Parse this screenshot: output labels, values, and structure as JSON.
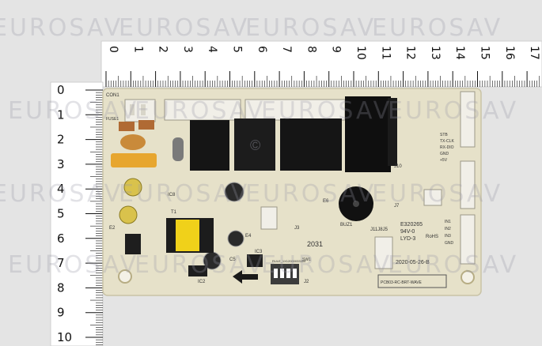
{
  "watermark": {
    "text": "EUROSAV",
    "rows": [
      [
        "EUROSAV",
        "EUROSAV",
        "EUROSAV",
        "EUROSAV"
      ],
      [
        "EUROSAV",
        "EUROSAV",
        "EUROSAV",
        "EUROSAV"
      ],
      [
        "EUROSAV",
        "EUROSAV",
        "EUROSAV",
        "EUROSAV"
      ],
      [
        "EUROSAV",
        "EUROSAV",
        "EUROSAV",
        "EUROSAV"
      ]
    ],
    "copyright": "©"
  },
  "ruler_top": {
    "labels": [
      "0",
      "1",
      "2",
      "3",
      "4",
      "5",
      "6",
      "7",
      "8",
      "9",
      "10",
      "11",
      "12",
      "13",
      "14",
      "15",
      "16",
      "17"
    ]
  },
  "ruler_left": {
    "labels": [
      "0",
      "1",
      "2",
      "3",
      "4",
      "5",
      "6",
      "7",
      "8",
      "9",
      "10"
    ]
  },
  "board": {
    "labels": {
      "con1": "CON1",
      "fuse1": "FUSE1",
      "ic8": "IC8",
      "t1": "T1",
      "e2": "E2",
      "e6": "E6",
      "buz1": "BUZ1",
      "j10": "J10",
      "j7": "J7",
      "j3": "J3",
      "j2": "J2",
      "ic3": "IC3",
      "ic2": "IC2",
      "c5": "C5",
      "e4": "E4",
      "dip": "SW1",
      "cert_code": "E320265",
      "cert_grade": "94V-0",
      "cert_maker": "LYD-3",
      "rohs": "RoHS",
      "date": "2020-05-26-B",
      "j11": "J11J8J5",
      "part_no": "PCB03-RC-BRT-WAVE",
      "serial": "2031",
      "pin_labels": [
        "STB",
        "TX-CLK",
        "RX-DIO",
        "GND",
        "+5V"
      ],
      "io_labels": [
        "IN1",
        "IN2",
        "IN3",
        "GND"
      ],
      "bottom_text": "RULE_1X12000033355"
    }
  },
  "colors": {
    "background": "#e4e4e4",
    "ruler": "#ffffff",
    "pcb": "#e6e1c9",
    "heatsink": "#151515",
    "connector": "#f1efe8",
    "capacitor_yellow": "#e7a62f"
  }
}
